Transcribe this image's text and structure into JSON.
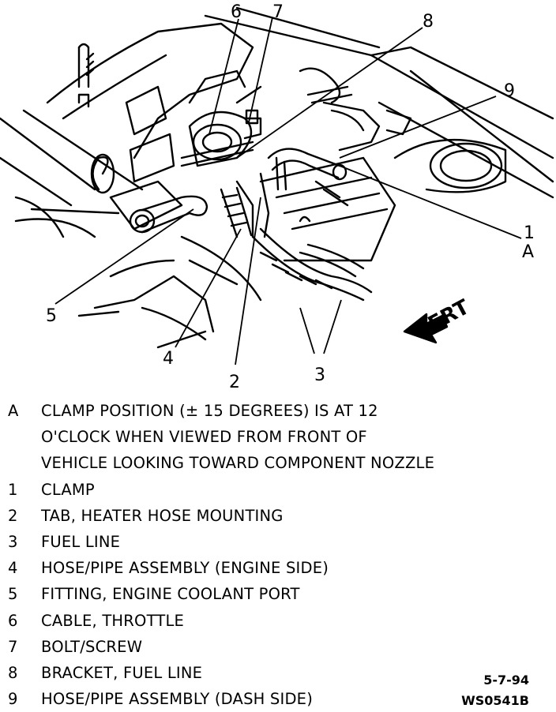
{
  "callouts": {
    "c1": "1",
    "cA": "A",
    "c2": "2",
    "c3": "3",
    "c4": "4",
    "c5": "5",
    "c6": "6",
    "c7": "7",
    "c8": "8",
    "c9": "9",
    "frt": "FRT"
  },
  "legend": {
    "A_key": "A",
    "A_line1": "CLAMP POSITION (± 15 DEGREES) IS AT 12",
    "A_line2": "O'CLOCK WHEN VIEWED FROM FRONT OF",
    "A_line3": "VEHICLE LOOKING TOWARD COMPONENT NOZZLE",
    "items": [
      {
        "key": "1",
        "text": "CLAMP"
      },
      {
        "key": "2",
        "text": "TAB, HEATER HOSE MOUNTING"
      },
      {
        "key": "3",
        "text": "FUEL LINE"
      },
      {
        "key": "4",
        "text": "HOSE/PIPE ASSEMBLY (ENGINE SIDE)"
      },
      {
        "key": "5",
        "text": "FITTING, ENGINE COOLANT PORT"
      },
      {
        "key": "6",
        "text": "CABLE, THROTTLE"
      },
      {
        "key": "7",
        "text": "BOLT/SCREW"
      },
      {
        "key": "8",
        "text": "BRACKET, FUEL LINE"
      },
      {
        "key": "9",
        "text": "HOSE/PIPE ASSEMBLY (DASH SIDE)"
      }
    ]
  },
  "stamp": {
    "date": "5-7-94",
    "code": "WS0541B"
  }
}
